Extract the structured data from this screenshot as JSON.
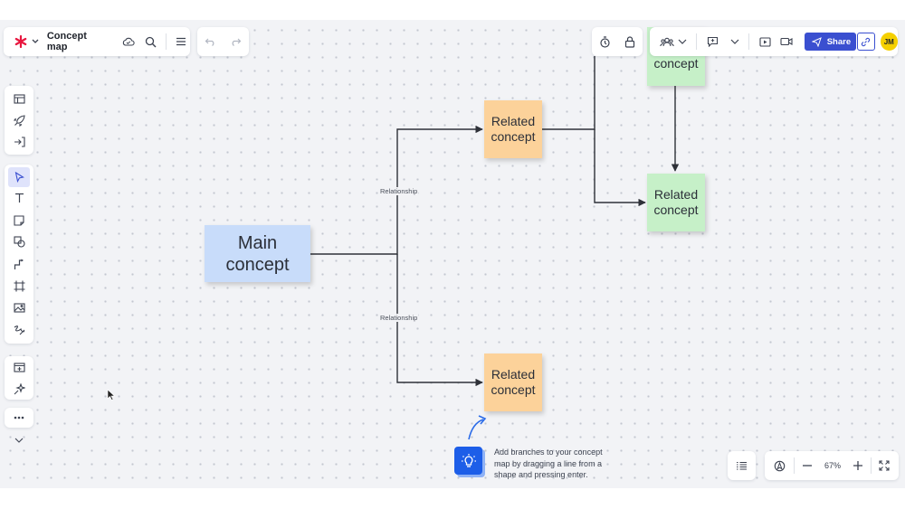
{
  "doc": {
    "title": "Concept map"
  },
  "top_right": {
    "share_label": "Share",
    "avatar_initials": "JM"
  },
  "map": {
    "main": "Main concept",
    "related_top": "Related concept",
    "related_bottom": "Related concept",
    "concept_partial": "concept",
    "related_right": "Related concept",
    "relationship_upper": "Relationship",
    "relationship_lower": "Relationship"
  },
  "tip": {
    "text": "Add branches to your concept map by dragging a line from a shape and pressing enter."
  },
  "zoom": {
    "level": "67%"
  },
  "colors": {
    "accent": "#3a4fd0",
    "avatar": "#f5d000",
    "sticky_blue": "#c8dcfa",
    "sticky_orange": "#fcd29a",
    "sticky_green": "#c6f0c8",
    "brand_red": "#e8173f"
  }
}
